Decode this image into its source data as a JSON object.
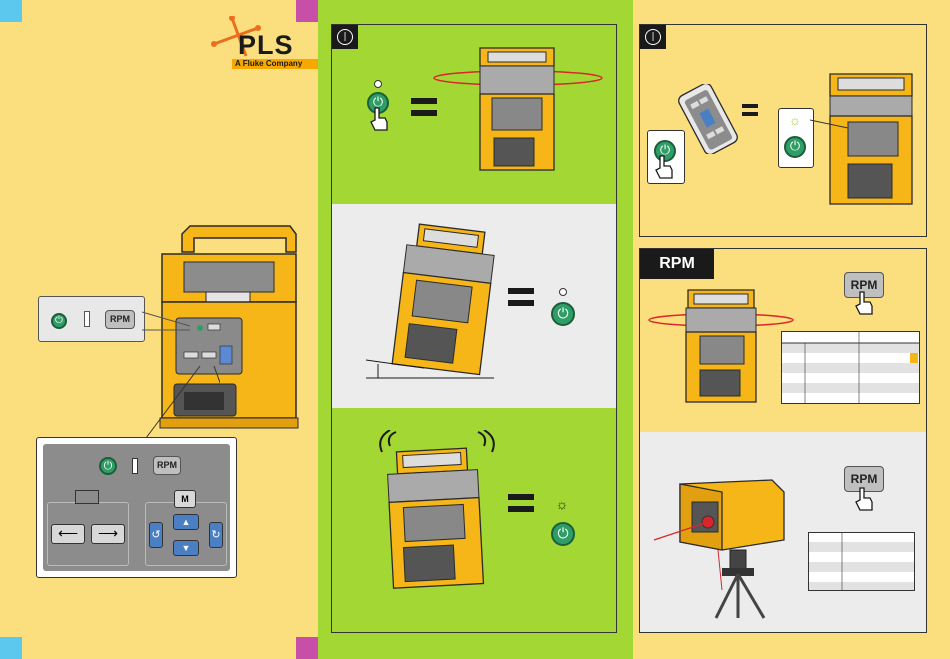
{
  "brand": {
    "logo_text": "PLS",
    "tagline": "A Fluke Company",
    "logo_color": "#e96e1e",
    "tagline_bg": "#f6a700"
  },
  "colors": {
    "panel_yellow": "#fbdf7e",
    "panel_green": "#a3d734",
    "tab_magenta": "#c74fa8",
    "tab_cyan": "#5cc8ee",
    "device_yellow": "#f6b618",
    "power_green": "#2f9e66",
    "laser_red": "#d9262b"
  },
  "left_panel": {
    "callout_top": {
      "rpm_label": "RPM"
    },
    "callout_bottom": {
      "rpm_label": "RPM",
      "mode_label": "M"
    }
  },
  "middle_panel": {
    "badge_icon": "power-icon",
    "steps": [
      {
        "name": "power-on-steady",
        "result": "power-led-off"
      },
      {
        "name": "tilted-out-of-level",
        "result": "power-led-off"
      },
      {
        "name": "vibration-shake",
        "result": "power-led-blinking"
      }
    ]
  },
  "right_panel": {
    "top_badge_icon": "power-icon",
    "rpm_badge": "RPM",
    "rpm_buttons": [
      "RPM",
      "RPM"
    ],
    "icons": [
      "remote-control-icon",
      "pointing-hand-icon",
      "tripod-icon",
      "sun-led-icon"
    ]
  }
}
